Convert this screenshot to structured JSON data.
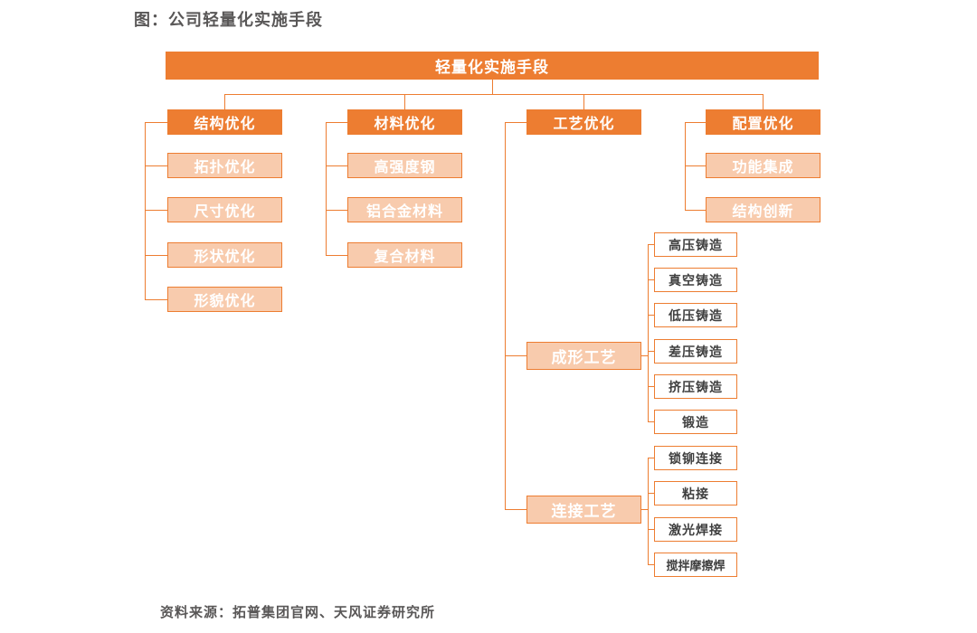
{
  "figure": {
    "title": "图：公司轻量化实施手段",
    "source": "资料来源：拓普集团官网、天风证券研究所"
  },
  "colors": {
    "accent": "#ED7D31",
    "light_fill": "#F8CBAD",
    "heading_text": "#595757",
    "leaf_text": "#3F3F3F"
  },
  "chart_data": {
    "type": "table",
    "title": "轻量化实施手段",
    "layout": "org-chart-tree, root on top, four branches, sub-branches hang left; process sub-tree expands right",
    "tree": {
      "root": "轻量化实施手段",
      "branches": [
        {
          "label": "结构优化",
          "children": [
            "拓扑优化",
            "尺寸优化",
            "形状优化",
            "形貌优化"
          ]
        },
        {
          "label": "材料优化",
          "children": [
            "高强度钢",
            "铝合金材料",
            "复合材料"
          ]
        },
        {
          "label": "工艺优化",
          "children": [
            {
              "label": "成形工艺",
              "children": [
                "高压铸造",
                "真空铸造",
                "低压铸造",
                "差压铸造",
                "挤压铸造",
                "锻造"
              ]
            },
            {
              "label": "连接工艺",
              "children": [
                "锁铆连接",
                "粘接",
                "激光焊接",
                "搅拌摩擦焊"
              ]
            }
          ]
        },
        {
          "label": "配置优化",
          "children": [
            "功能集成",
            "结构创新"
          ]
        }
      ]
    }
  }
}
